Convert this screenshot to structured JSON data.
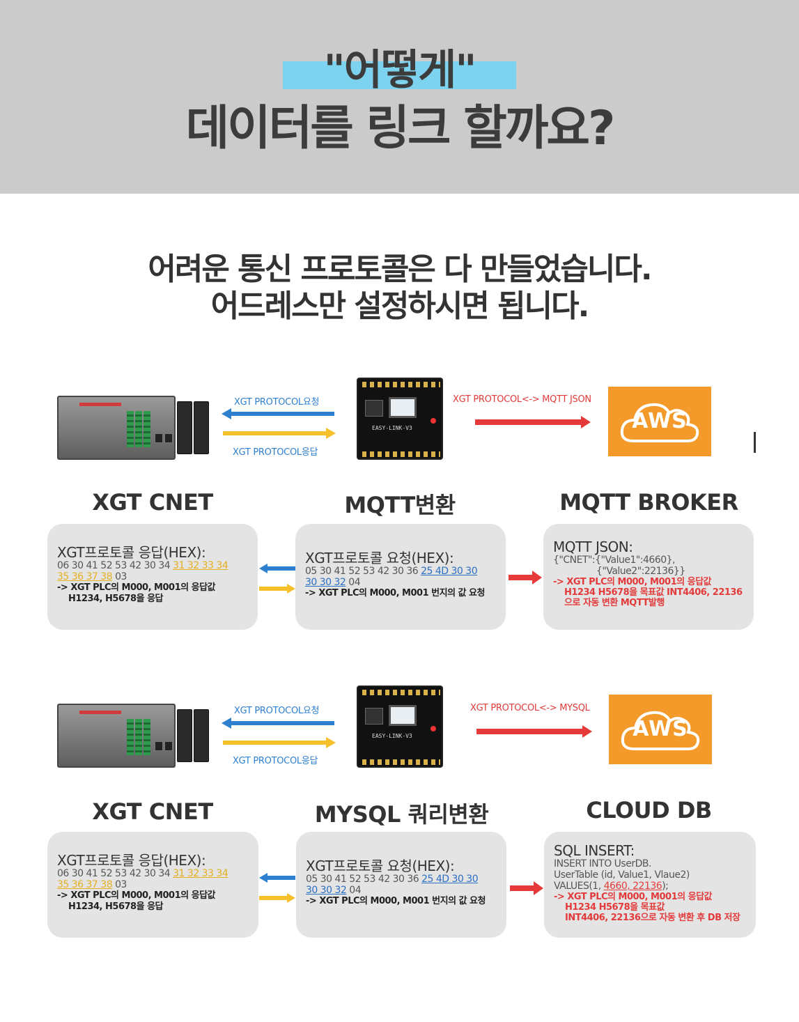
{
  "header": {
    "title_quote": "\"어떻게\"",
    "title_main": "데이터를 링크 할까요?"
  },
  "subtitle": {
    "line1": "어려운 통신 프로토콜은 다 만들었습니다.",
    "line2": "어드레스만 설정하시면 됩니다."
  },
  "colors": {
    "blue": "#2d7fd0",
    "yellow": "#f5c02a",
    "red": "#e63a3a",
    "aws": "#f39a2b",
    "highlight": "#7dd3ef"
  },
  "panels": [
    {
      "arrow_top_label": "XGT PROTOCOL요청",
      "arrow_bottom_label": "XGT PROTOCOL응답",
      "arrow_right_label": "XGT PROTOCOL<-> MQTT JSON",
      "aws_label": "AWS",
      "board_label": "EASY-LINK-V3",
      "titles": [
        "XGT CNET",
        "MQTT변환",
        "MQTT BROKER"
      ],
      "card1": {
        "head": "XGT프로토콜 응답(HEX):",
        "hex_a": "06 30 41 52 53 42 30 34",
        "hex_b": "31 32 33 34",
        "hex_c": "35 36 37 38",
        "hex_d": "03",
        "note1": "-> XGT PLC의 M000, M001의 응답값",
        "note2": "H1234, H5678을 응답"
      },
      "card2": {
        "head": "XGT프로토콜 요청(HEX):",
        "hex_a": "05 30 41 52 53 42 30 36",
        "hex_b": "25 4D 30 30",
        "hex_c": "30 30 32",
        "hex_d": "04",
        "note1": "-> XGT PLC의 M000, M001 번지의 값 요청"
      },
      "card3": {
        "head": "MQTT JSON:",
        "line1": "{\"CNET\":{\"Value1\":4660},",
        "line2": "{\"Value2\":22136}}",
        "note1": "-> XGT PLC의 M000, M001의 응답값",
        "note2": "H1234 H5678을 목표값 INT4406, 22136",
        "note3": "으로 자동 변환 MQTT발행"
      }
    },
    {
      "arrow_top_label": "XGT PROTOCOL요청",
      "arrow_bottom_label": "XGT PROTOCOL응답",
      "arrow_right_label": "XGT PROTOCOL<-> MYSQL",
      "aws_label": "AWS",
      "board_label": "EASY-LINK-V3",
      "titles": [
        "XGT CNET",
        "MYSQL 쿼리변환",
        "CLOUD DB"
      ],
      "card1": {
        "head": "XGT프로토콜 응답(HEX):",
        "hex_a": "06 30 41 52 53 42 30 34",
        "hex_b": "31 32 33 34",
        "hex_c": "35 36 37 38",
        "hex_d": "03",
        "note1": "-> XGT PLC의 M000, M001의 응답값",
        "note2": "H1234, H5678을 응답"
      },
      "card2": {
        "head": "XGT프로토콜 요청(HEX):",
        "hex_a": "05 30 41 52 53 42 30 36",
        "hex_b": "25 4D 30 30",
        "hex_c": "30 30 32",
        "hex_d": "04",
        "note1": "-> XGT PLC의 M000, M001 번지의 값 요청"
      },
      "card3": {
        "head": "SQL INSERT:",
        "line1": "INSERT INTO UserDB.",
        "line2": "UserTable (id, Value1, Vlaue2)",
        "line3a": "VALUES(1,",
        "line3b": "4660, 22136",
        "line3c": ");",
        "note1": "-> XGT PLC의 M000, M001의 응답값",
        "note2": "H1234 H5678을 목표값",
        "note3": "INT4406, 22136으로 자동 변환 후 DB 저장"
      }
    }
  ]
}
